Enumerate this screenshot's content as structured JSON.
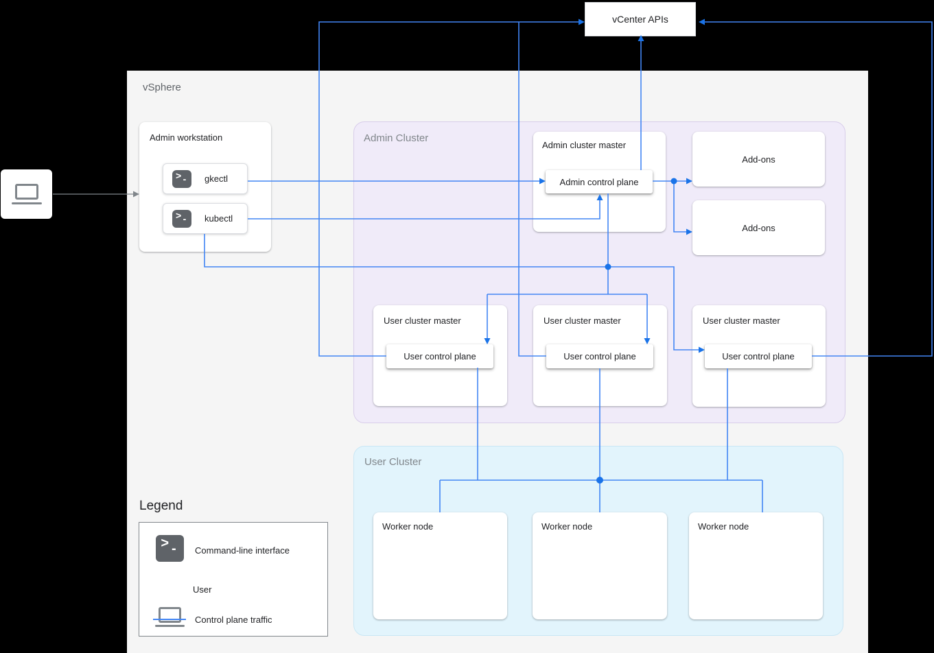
{
  "diagram": {
    "vcenter_apis_label": "vCenter APIs",
    "vsphere_label": "vSphere",
    "admin_workstation": {
      "title": "Admin workstation",
      "tools": [
        {
          "icon": "terminal-icon",
          "label": "gkectl"
        },
        {
          "icon": "terminal-icon",
          "label": "kubectl"
        }
      ]
    },
    "admin_cluster": {
      "label": "Admin Cluster",
      "master": {
        "title": "Admin cluster master",
        "control_plane_label": "Admin control plane"
      },
      "addons": [
        {
          "label": "Add-ons"
        },
        {
          "label": "Add-ons"
        }
      ],
      "user_cluster_masters": [
        {
          "title": "User cluster master",
          "control_plane_label": "User control plane"
        },
        {
          "title": "User cluster master",
          "control_plane_label": "User control plane"
        },
        {
          "title": "User cluster master",
          "control_plane_label": "User control plane"
        }
      ]
    },
    "user_cluster": {
      "label": "User Cluster",
      "worker_nodes": [
        {
          "label": "Worker node"
        },
        {
          "label": "Worker node"
        },
        {
          "label": "Worker node"
        }
      ]
    },
    "legend": {
      "title": "Legend",
      "items": [
        {
          "icon": "terminal-icon",
          "label": "Command-line interface"
        },
        {
          "icon": "laptop-user-icon",
          "label": "User"
        },
        {
          "icon": "control-plane-traffic-line",
          "label": "Control plane traffic"
        }
      ]
    },
    "colors": {
      "control_plane_traffic": "#4285F4",
      "arrowhead_and_dots": "#1A73E8",
      "user_arrow_gray": "#80868B",
      "vsphere_panel": "#F5F5F5",
      "admin_cluster_fill": "#F0EBF9",
      "user_cluster_fill": "#E2F4FC",
      "terminal_icon_bg": "#5F6368",
      "canvas_background": "#000000"
    }
  }
}
